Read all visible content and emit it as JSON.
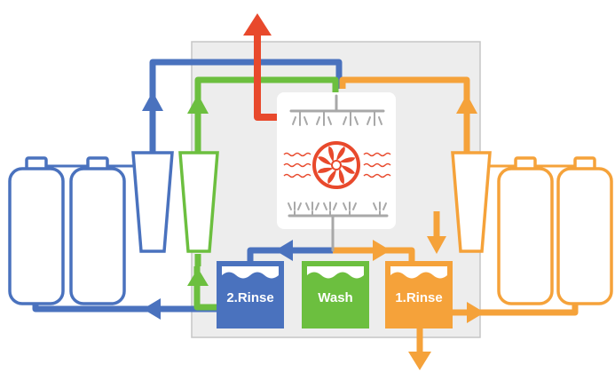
{
  "tanks": {
    "rinse2": {
      "label": "2.Rinse",
      "color": "#4a72be"
    },
    "wash": {
      "label": "Wash",
      "color": "#6cbf3f"
    },
    "rinse1": {
      "label": "1.Rinse",
      "color": "#f5a23a"
    }
  },
  "colors": {
    "blue": "#4a72be",
    "green": "#6cbf3f",
    "orange": "#f5a23a",
    "exhaust": "#e8492c",
    "heater": "#e8492c",
    "nozzles": "#a8a8a8",
    "chamber_bg": "#ededed",
    "wash_chamber": "#ffffff"
  },
  "icons": {
    "exhaust": "up-arrow-icon",
    "fan": "fan-icon",
    "spray": "spray-nozzle-icon",
    "inlet": "down-arrow-icon",
    "drain": "down-arrow-icon"
  }
}
